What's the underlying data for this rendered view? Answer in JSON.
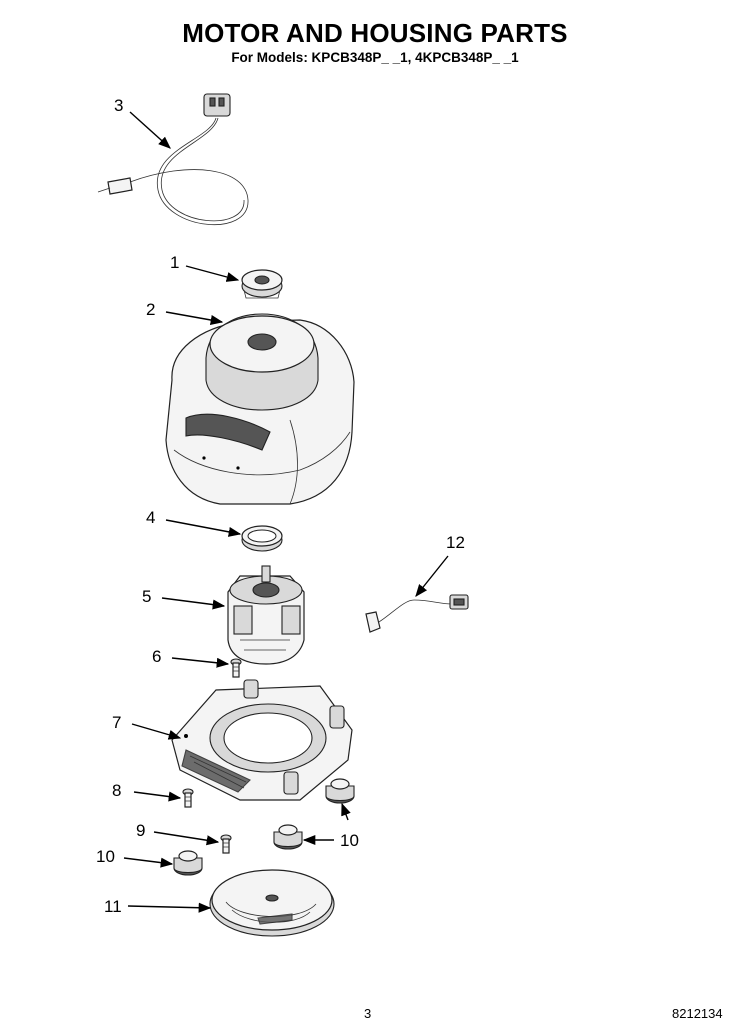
{
  "header": {
    "title": "MOTOR AND HOUSING PARTS",
    "subtitle": "For Models: KPCB348P_ _1, 4KPCB348P_ _1"
  },
  "callouts": [
    {
      "key": "c1",
      "label": "1"
    },
    {
      "key": "c2",
      "label": "2"
    },
    {
      "key": "c3",
      "label": "3"
    },
    {
      "key": "c4",
      "label": "4"
    },
    {
      "key": "c5",
      "label": "5"
    },
    {
      "key": "c6",
      "label": "6"
    },
    {
      "key": "c7",
      "label": "7"
    },
    {
      "key": "c8",
      "label": "8"
    },
    {
      "key": "c9",
      "label": "9"
    },
    {
      "key": "c10a",
      "label": "10"
    },
    {
      "key": "c10b",
      "label": "10"
    },
    {
      "key": "c11",
      "label": "11"
    },
    {
      "key": "c12",
      "label": "12"
    }
  ],
  "footer": {
    "page_number": "3",
    "doc_number": "8212134"
  }
}
